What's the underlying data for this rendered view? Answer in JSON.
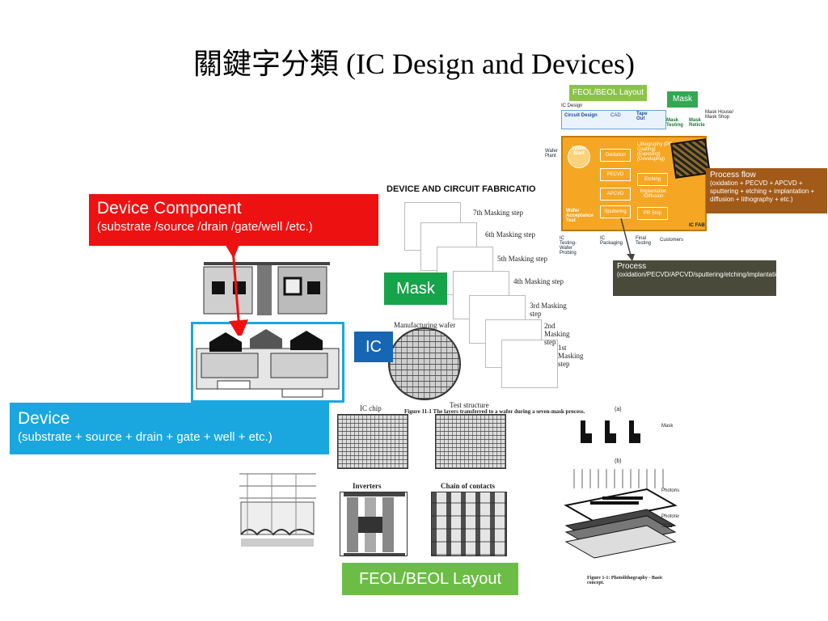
{
  "title": "關鍵字分類 (IC Design and Devices)",
  "labels": {
    "device_component": {
      "title": "Device Component",
      "detail": "(substrate /source /drain /gate/well /etc.)",
      "color": "#ee1111"
    },
    "device": {
      "title": "Device",
      "detail": "(substrate + source + drain + gate + well + etc.)",
      "color": "#1aa7e0"
    },
    "mask": {
      "text": "Mask",
      "color": "#16a34a"
    },
    "ic": {
      "text": "IC",
      "color": "#1666b4"
    },
    "feol_beol": {
      "text": "FEOL/BEOL Layout",
      "color": "#6cbd45"
    },
    "process_flow": {
      "title": "Process flow",
      "detail": "(oxidation + PECVD + APCVD + sputtering + etching + implantation + diffusion + lithography + etc.)",
      "color": "#a15a18"
    },
    "process": {
      "title": "Process",
      "detail": "(oxidation/PECVD/APCVD/sputtering/etching/implantation/diffusion/lithography/etc.)",
      "color": "#4a4a3a"
    },
    "flow_feol": {
      "text": "FEOL/BEOL Layout",
      "color": "#8bc34a"
    },
    "flow_mask": {
      "text": "Mask",
      "color": "#33a852"
    }
  },
  "figures": {
    "fabrication_title": "DEVICE AND CIRCUIT FABRICATIO",
    "masking_steps": [
      "7th Masking step",
      "6th Masking step",
      "5th Masking step",
      "4th Masking step",
      "3rd Masking step",
      "2nd Masking step",
      "1st Masking step"
    ],
    "manufacturing_wafer": "Manufacturing wafer",
    "ic_chip": "IC chip",
    "test_structure": "Test structure",
    "figure_caption": "Figure 11-1  The layers transferred to a wafer during a seven-mask process.",
    "inverters": "Inverters",
    "chain_of_contacts": "Chain of contacts",
    "litho_caption": "Figure 1-1:  Photolithography - Basic concept.",
    "flow": {
      "ic_design": "IC Design",
      "circuit_design": "Circuit Design",
      "cad": "CAD",
      "tape_out": "Tape Out",
      "mask_testing": "Mask Testing",
      "mask_reticle": "Mask Reticle",
      "mask_house": "Mask House/ Mask Shop",
      "wafer_plant": "Wafer Plant",
      "wafer_start": "Wafer Start",
      "oxidation": "Oxidation",
      "pecvd": "PECVD",
      "apcvd": "APCVD",
      "sputtering": "Sputtering",
      "lithography": "Lithography (PR Coating) (Exposing) (Developing)",
      "etching": "Etching",
      "implantation": "Implantation /Diffusion",
      "pr_strip": "PR Strip",
      "wafer_acceptance": "Wafer Acceptance Test",
      "ic_fab": "IC FAB",
      "ic_testing": "IC Testing- Wafer Probing",
      "ic_packaging": "IC Packaging",
      "final_testing": "Final Testing",
      "customers": "Customers"
    }
  }
}
